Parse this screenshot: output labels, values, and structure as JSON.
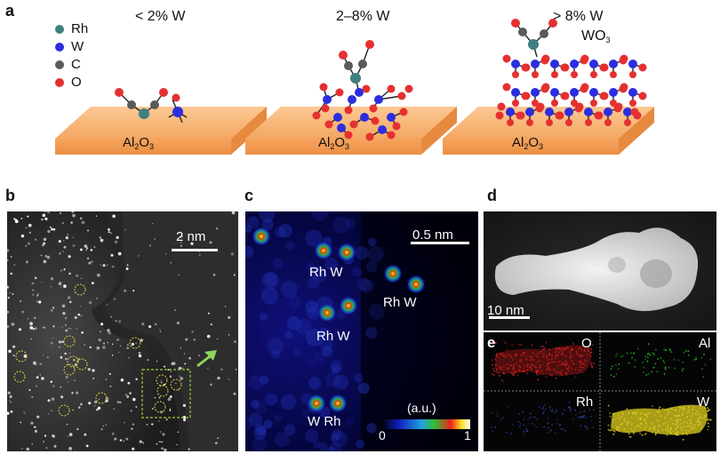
{
  "panels": {
    "a": {
      "label": "a",
      "legend": [
        {
          "text": "Rh",
          "color": "#3f7f7f"
        },
        {
          "text": "W",
          "color": "#2d2de0"
        },
        {
          "text": "C",
          "color": "#5a5a5a"
        },
        {
          "text": "O",
          "color": "#e53030"
        }
      ],
      "conditions": [
        "< 2% W",
        "2–8% W",
        "> 8% W"
      ],
      "oxide_label": "WO",
      "oxide_sub": "3",
      "support_main": "Al",
      "support_sub1": "2",
      "support_mid": "O",
      "support_sub2": "3"
    },
    "b": {
      "label": "b",
      "scale": "2 nm"
    },
    "c": {
      "label": "c",
      "scale": "0.5 nm",
      "pairs": [
        {
          "a": "Rh",
          "b": "W"
        },
        {
          "a": "Rh",
          "b": "W"
        },
        {
          "a": "Rh",
          "b": "W"
        },
        {
          "a": "W",
          "b": "Rh"
        }
      ],
      "colorbar_title": "(a.u.)",
      "colorbar_min": "0",
      "colorbar_max": "1"
    },
    "d": {
      "label": "d",
      "scale": "10 nm"
    },
    "e": {
      "label": "e",
      "maps": [
        "O",
        "Al",
        "Rh",
        "W"
      ],
      "map_colors": [
        "#e02020",
        "#22bb22",
        "#3040a0",
        "#e0d020"
      ]
    }
  }
}
